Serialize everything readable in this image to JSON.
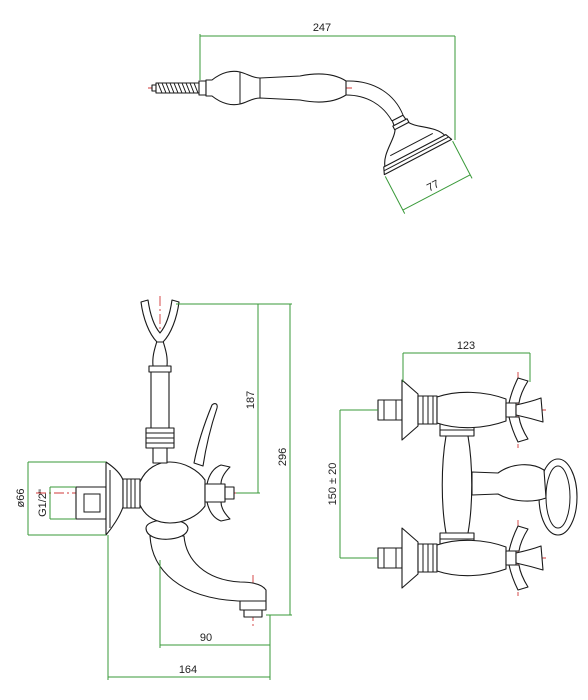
{
  "drawing": {
    "hand_shower": {
      "length": "247",
      "head_diameter": "77"
    },
    "side_view": {
      "holder_height": "187",
      "overall_height": "296",
      "plate_diameter": "ø66",
      "thread": "G1/2\"",
      "spout_reach": "90",
      "overall_depth": "164"
    },
    "front_view": {
      "handle_span": "123",
      "center_distance": "150 ± 20"
    }
  },
  "colors": {
    "outline": "#1a1a1a",
    "dimension": "#3a9a3a",
    "centerline": "#d03838",
    "background": "#ffffff"
  }
}
